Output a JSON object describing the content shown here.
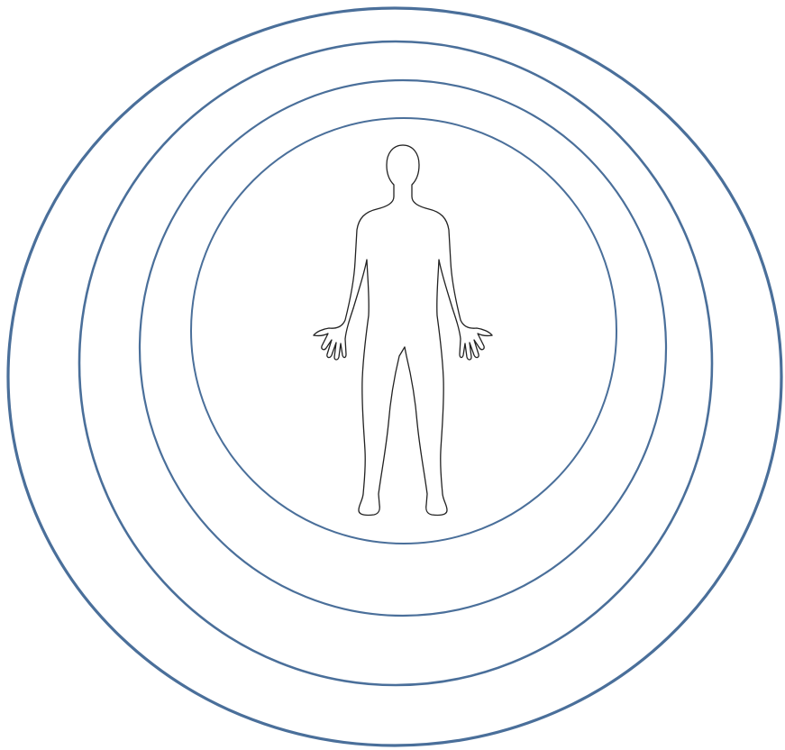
{
  "diagram": {
    "ring_color": "#4a6f9a",
    "figure_color": "#222222",
    "background": "#ffffff",
    "rings": [
      {
        "name": "ring-outer"
      },
      {
        "name": "ring-third"
      },
      {
        "name": "ring-second"
      },
      {
        "name": "ring-inner"
      }
    ],
    "figure": {
      "icon": "human-body-outline-icon"
    }
  }
}
